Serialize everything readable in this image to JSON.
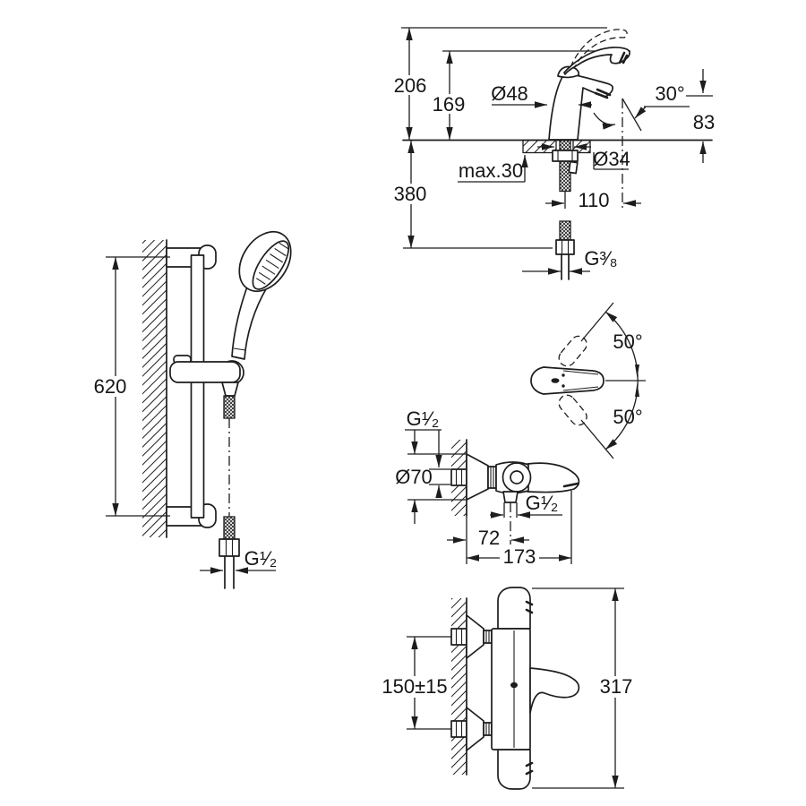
{
  "canvas": {
    "background": "#ffffff",
    "line_color": "#1d1d1d"
  },
  "drawings": {
    "basin_mixer": {
      "dims": {
        "total_height": "206",
        "spout_top_height": "169",
        "body_diameter": "Ø48",
        "spout_angle": "30°",
        "outlet_height": "83",
        "max_deck": "max.30",
        "hole_diameter": "Ø34",
        "below_deck": "380",
        "reach": "110",
        "hose_thread": "G³⁄₈"
      }
    },
    "shower_rail": {
      "dims": {
        "rail_length": "620",
        "hose_thread": "G¹⁄₂"
      }
    },
    "lever": {
      "dims": {
        "swing_up": "50°",
        "swing_down": "50°"
      }
    },
    "bath_mixer": {
      "dims": {
        "wall_thread": "G¹⁄₂",
        "escutcheon_diameter": "Ø70",
        "outlet_thread": "G¹⁄₂",
        "outlet_offset": "72",
        "reach": "173"
      }
    },
    "thermostat": {
      "dims": {
        "union_spacing": "150±15",
        "total_height": "317"
      }
    }
  }
}
